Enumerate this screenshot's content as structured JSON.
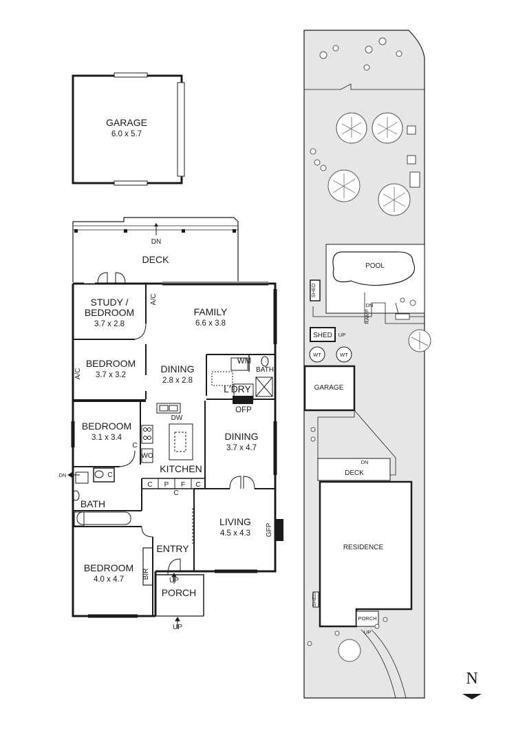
{
  "garage": {
    "name": "GARAGE",
    "dims": "6.0 x 5.7"
  },
  "deck": {
    "name": "DECK",
    "dn": "DN"
  },
  "rooms": {
    "study": {
      "line1": "STUDY /",
      "line2": "BEDROOM",
      "dims": "3.7 x 2.8"
    },
    "family": {
      "name": "FAMILY",
      "dims": "6.6 x 3.8"
    },
    "bedroom2": {
      "name": "BEDROOM",
      "dims": "3.7 x 3.2"
    },
    "dining_small": {
      "name": "DINING",
      "dims": "2.8 x 2.8"
    },
    "bedroom3": {
      "name": "BEDROOM",
      "dims": "3.1 x 3.4"
    },
    "dining_large": {
      "name": "DINING",
      "dims": "3.7 x 4.7"
    },
    "kitchen": {
      "name": "KITCHEN"
    },
    "living": {
      "name": "LIVING",
      "dims": "4.5 x 4.3"
    },
    "bedroom_main": {
      "name": "BEDROOM",
      "dims": "4.0 x 4.7"
    },
    "bath": {
      "name": "BATH"
    },
    "entry": {
      "name": "ENTRY"
    },
    "porch": {
      "name": "PORCH"
    },
    "bir": {
      "name": "BIR"
    },
    "ldry": {
      "name": "L'DRY"
    },
    "bath_small": {
      "name": "BATH"
    },
    "wm": {
      "name": "WM"
    }
  },
  "fixtures": {
    "ac1": "A/C",
    "ac2": "A/C",
    "dw": "DW",
    "wo": "WO",
    "ofp": "OFP",
    "gfp": "GFP",
    "c1": "C",
    "c2": "C",
    "p": "P",
    "f": "F",
    "c3": "C",
    "c4": "C",
    "c5": "C",
    "up_porch": "UP",
    "up_entry": "UP",
    "dn_side": "DN"
  },
  "site": {
    "pool": "POOL",
    "shed1": "SHED",
    "shed2": "SHED",
    "shed3": "SHED",
    "wt1": "WT",
    "wt2": "WT",
    "dn_ramp": "DN",
    "ramp": "RAMP",
    "up_shed": "UP",
    "garage": "GARAGE",
    "deck": "DECK",
    "dn_deck": "DN",
    "residence": "RESIDENCE",
    "porch": "PORCH",
    "up_porch": "UP"
  },
  "compass": {
    "letter": "N"
  },
  "colors": {
    "wall": "#1a1a1a",
    "site_fill": "#e6e6e6",
    "room_fill": "#ffffff",
    "tree": "#555555"
  }
}
